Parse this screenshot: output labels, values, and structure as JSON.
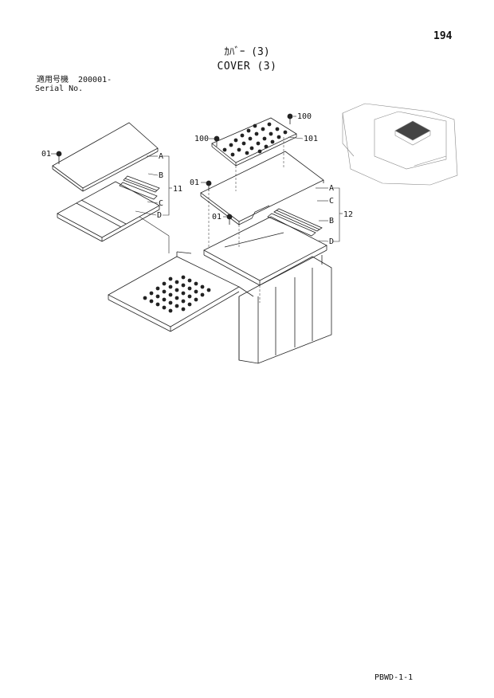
{
  "header": {
    "page_number": "194",
    "title_jp": "ｶﾊﾞｰ (3)",
    "title_en": "COVER (3)",
    "serial_jp_label": "適用号機",
    "serial_jp_value": "200001-",
    "serial_en_label": "Serial No."
  },
  "labels": {
    "left": {
      "bolt": "01",
      "a": "A",
      "b": "B",
      "c": "C",
      "d": "D",
      "group": "11"
    },
    "right": {
      "bolt_top": "100",
      "bolt_left": "100",
      "plate": "101",
      "bolt_01": "01",
      "bolt_01b": "01",
      "a": "A",
      "b": "B",
      "c": "C",
      "d": "D",
      "group": "12"
    }
  },
  "footer": {
    "code": "PBWD-1-1"
  }
}
